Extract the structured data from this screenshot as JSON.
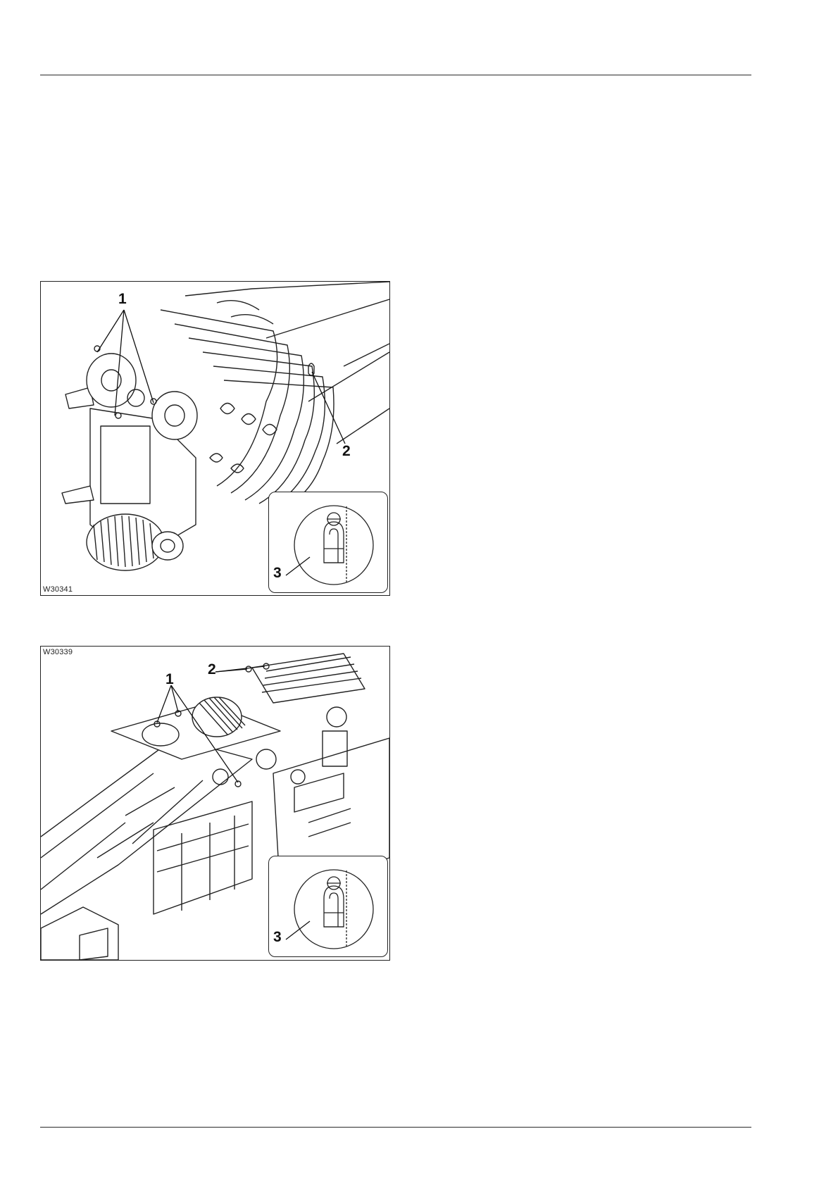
{
  "figures": [
    {
      "code": "W30341",
      "callouts": [
        "1",
        "2",
        "3"
      ],
      "inset_icon": "harness-attachment-icon"
    },
    {
      "code": "W30339",
      "callouts": [
        "1",
        "2",
        "3"
      ],
      "inset_icon": "harness-attachment-icon"
    }
  ],
  "colors": {
    "line": "#222222",
    "background": "#ffffff"
  }
}
